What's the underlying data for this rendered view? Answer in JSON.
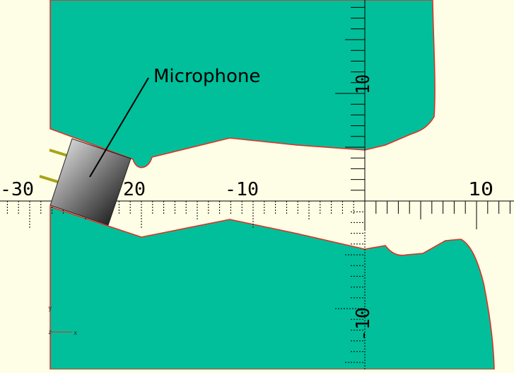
{
  "callout": {
    "label": "Microphone"
  },
  "axis_labels": {
    "x_minus_30": "-30",
    "x_minus_20": "20",
    "x_minus_10": "-10",
    "x_plus_10": "10",
    "y_plus_10": "10",
    "y_minus_10": "-10"
  },
  "axis_indicator": {
    "x": "x",
    "y": "y",
    "z": "z"
  },
  "colors": {
    "background": "#fefde5",
    "shape_fill": "#00bf9a",
    "shape_outline": "#e82a22",
    "axis": "#000000",
    "pin": "#a8a414"
  }
}
